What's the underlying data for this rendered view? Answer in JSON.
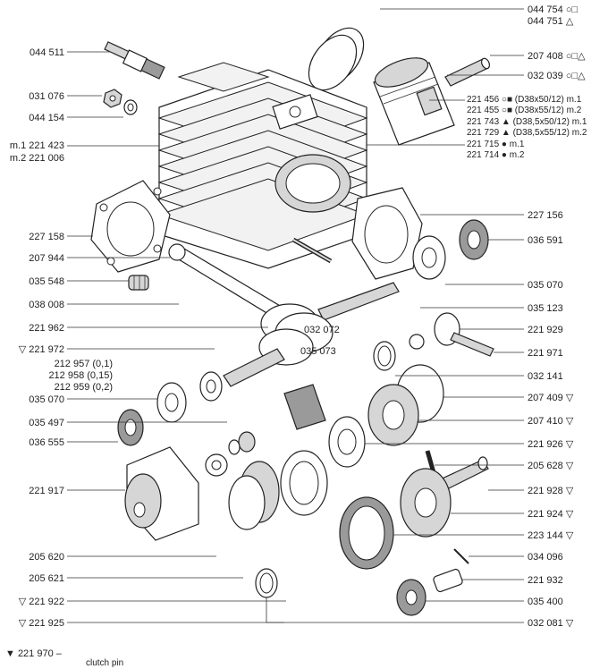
{
  "labels_left": [
    {
      "id": "044511",
      "text": "044 511"
    },
    {
      "id": "031076",
      "text": "031 076"
    },
    {
      "id": "044154",
      "text": "044 154"
    },
    {
      "id": "221423",
      "text": "m.1  221 423"
    },
    {
      "id": "221006",
      "text": "m.2  221 006"
    },
    {
      "id": "227158",
      "text": "227 158"
    },
    {
      "id": "207944",
      "text": "207 944"
    },
    {
      "id": "035548",
      "text": "035 548"
    },
    {
      "id": "038008",
      "text": "038 008"
    },
    {
      "id": "221962",
      "text": "221 962"
    },
    {
      "id": "221972",
      "text": "▽  221 972"
    },
    {
      "id": "212957",
      "text": "212 957 (0,1)"
    },
    {
      "id": "212958",
      "text": "212 958 (0,15)"
    },
    {
      "id": "212959",
      "text": "212 959 (0,2)"
    },
    {
      "id": "035070L",
      "text": "035 070"
    },
    {
      "id": "035497",
      "text": "035 497"
    },
    {
      "id": "036555",
      "text": "036 555"
    },
    {
      "id": "221917",
      "text": "221 917"
    },
    {
      "id": "205620",
      "text": "205 620"
    },
    {
      "id": "205621",
      "text": "205 621"
    },
    {
      "id": "221922",
      "text": "▽  221 922"
    },
    {
      "id": "221925",
      "text": "▽  221 925"
    }
  ],
  "labels_right": [
    {
      "id": "044754",
      "text": "044 754  ○□"
    },
    {
      "id": "044751",
      "text": "044 751  △"
    },
    {
      "id": "207408",
      "text": "207 408  ○□△"
    },
    {
      "id": "032039",
      "text": "032 039  ○□△"
    },
    {
      "id": "221456",
      "text": "221 456  ○■ (D38x50/12) m.1"
    },
    {
      "id": "221455",
      "text": "221 455  ○■ (D38x55/12) m.2"
    },
    {
      "id": "221743",
      "text": "221 743  ▲ (D38,5x50/12) m.1"
    },
    {
      "id": "221729",
      "text": "221 729  ▲ (D38,5x55/12) m.2"
    },
    {
      "id": "221715",
      "text": "221 715  ● m.1"
    },
    {
      "id": "221714",
      "text": "221 714  ● m.2"
    },
    {
      "id": "227156",
      "text": "227 156"
    },
    {
      "id": "036591",
      "text": "036 591"
    },
    {
      "id": "035070R",
      "text": "035 070"
    },
    {
      "id": "035123",
      "text": "035 123"
    },
    {
      "id": "221929",
      "text": "221 929"
    },
    {
      "id": "221971",
      "text": "221 971"
    },
    {
      "id": "032141",
      "text": "032 141"
    },
    {
      "id": "207409",
      "text": "207 409  ▽"
    },
    {
      "id": "207410",
      "text": "207 410  ▽"
    },
    {
      "id": "221926",
      "text": "221 926  ▽"
    },
    {
      "id": "205628",
      "text": "205 628  ▽"
    },
    {
      "id": "221928",
      "text": "221 928  ▽"
    },
    {
      "id": "221924",
      "text": "221 924  ▽"
    },
    {
      "id": "223144",
      "text": "223 144  ▽"
    },
    {
      "id": "034096",
      "text": "034 096"
    },
    {
      "id": "221932",
      "text": "221 932"
    },
    {
      "id": "035400",
      "text": "035 400"
    },
    {
      "id": "032081",
      "text": "032 081  ▽"
    }
  ],
  "labels_inline": [
    {
      "id": "032072",
      "text": "032 072"
    },
    {
      "id": "035073",
      "text": "035 073"
    }
  ],
  "footnote": {
    "code": "▼  221 970 –",
    "text": "clutch pin"
  }
}
